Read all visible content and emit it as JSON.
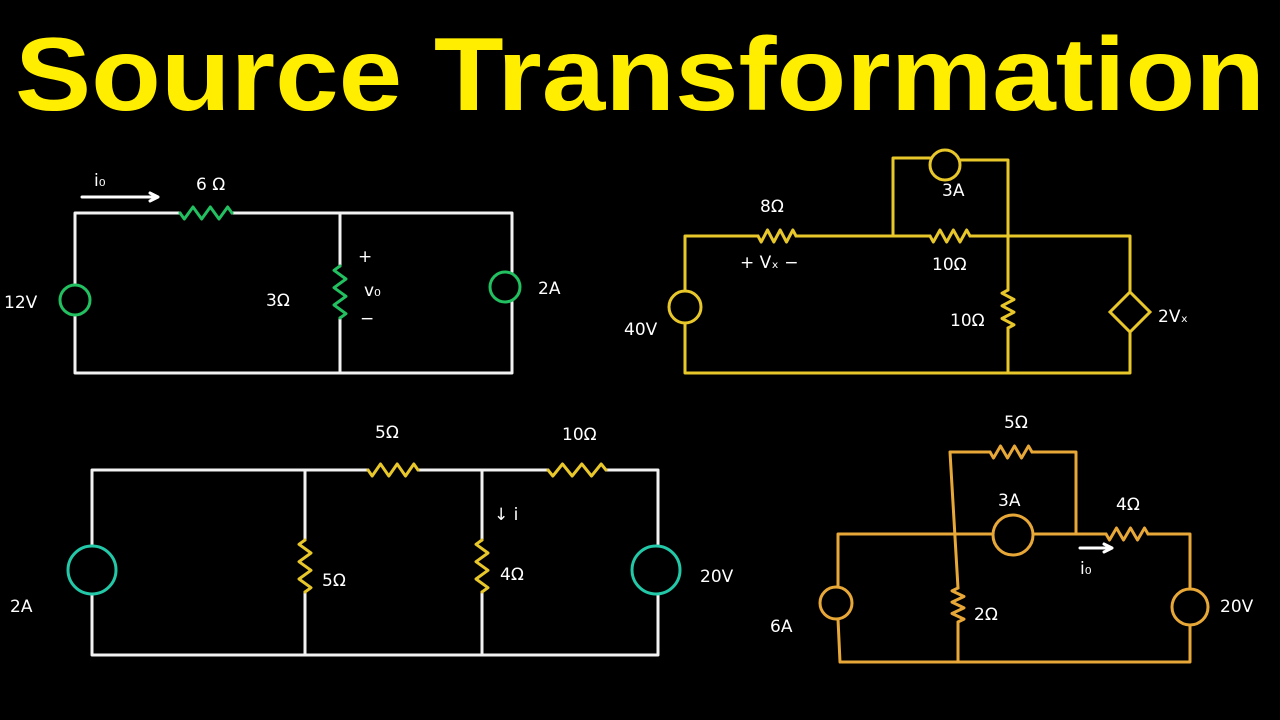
{
  "title": "Source Transformation",
  "colors": {
    "title": "#ffee00",
    "white": "#f2f2f2",
    "green": "#22c060",
    "yellow": "#e8c72a",
    "teal": "#22c8a8",
    "orange": "#e8a838"
  },
  "circuit1": {
    "current": "i₀",
    "r_series": "6 Ω",
    "source_v": "12V",
    "r_shunt": "3Ω",
    "plus": "+",
    "vout": "v₀",
    "minus": "−",
    "source_i": "2A"
  },
  "circuit2": {
    "r1": "8Ω",
    "vx": "+ Vₓ −",
    "source_i": "3A",
    "r2": "10Ω",
    "r3": "10Ω",
    "source_v": "40V",
    "dep_source": "2Vₓ"
  },
  "circuit3": {
    "r_top1": "5Ω",
    "r_top2": "10Ω",
    "current": "↓ i",
    "r_shunt1": "5Ω",
    "r_shunt2": "4Ω",
    "source_i": "2A",
    "source_v": "20V"
  },
  "circuit4": {
    "r_top": "5Ω",
    "source_i_mid": "3A",
    "r_right": "4Ω",
    "current": "i₀",
    "r_shunt": "2Ω",
    "source_i": "6A",
    "source_v": "20V"
  }
}
